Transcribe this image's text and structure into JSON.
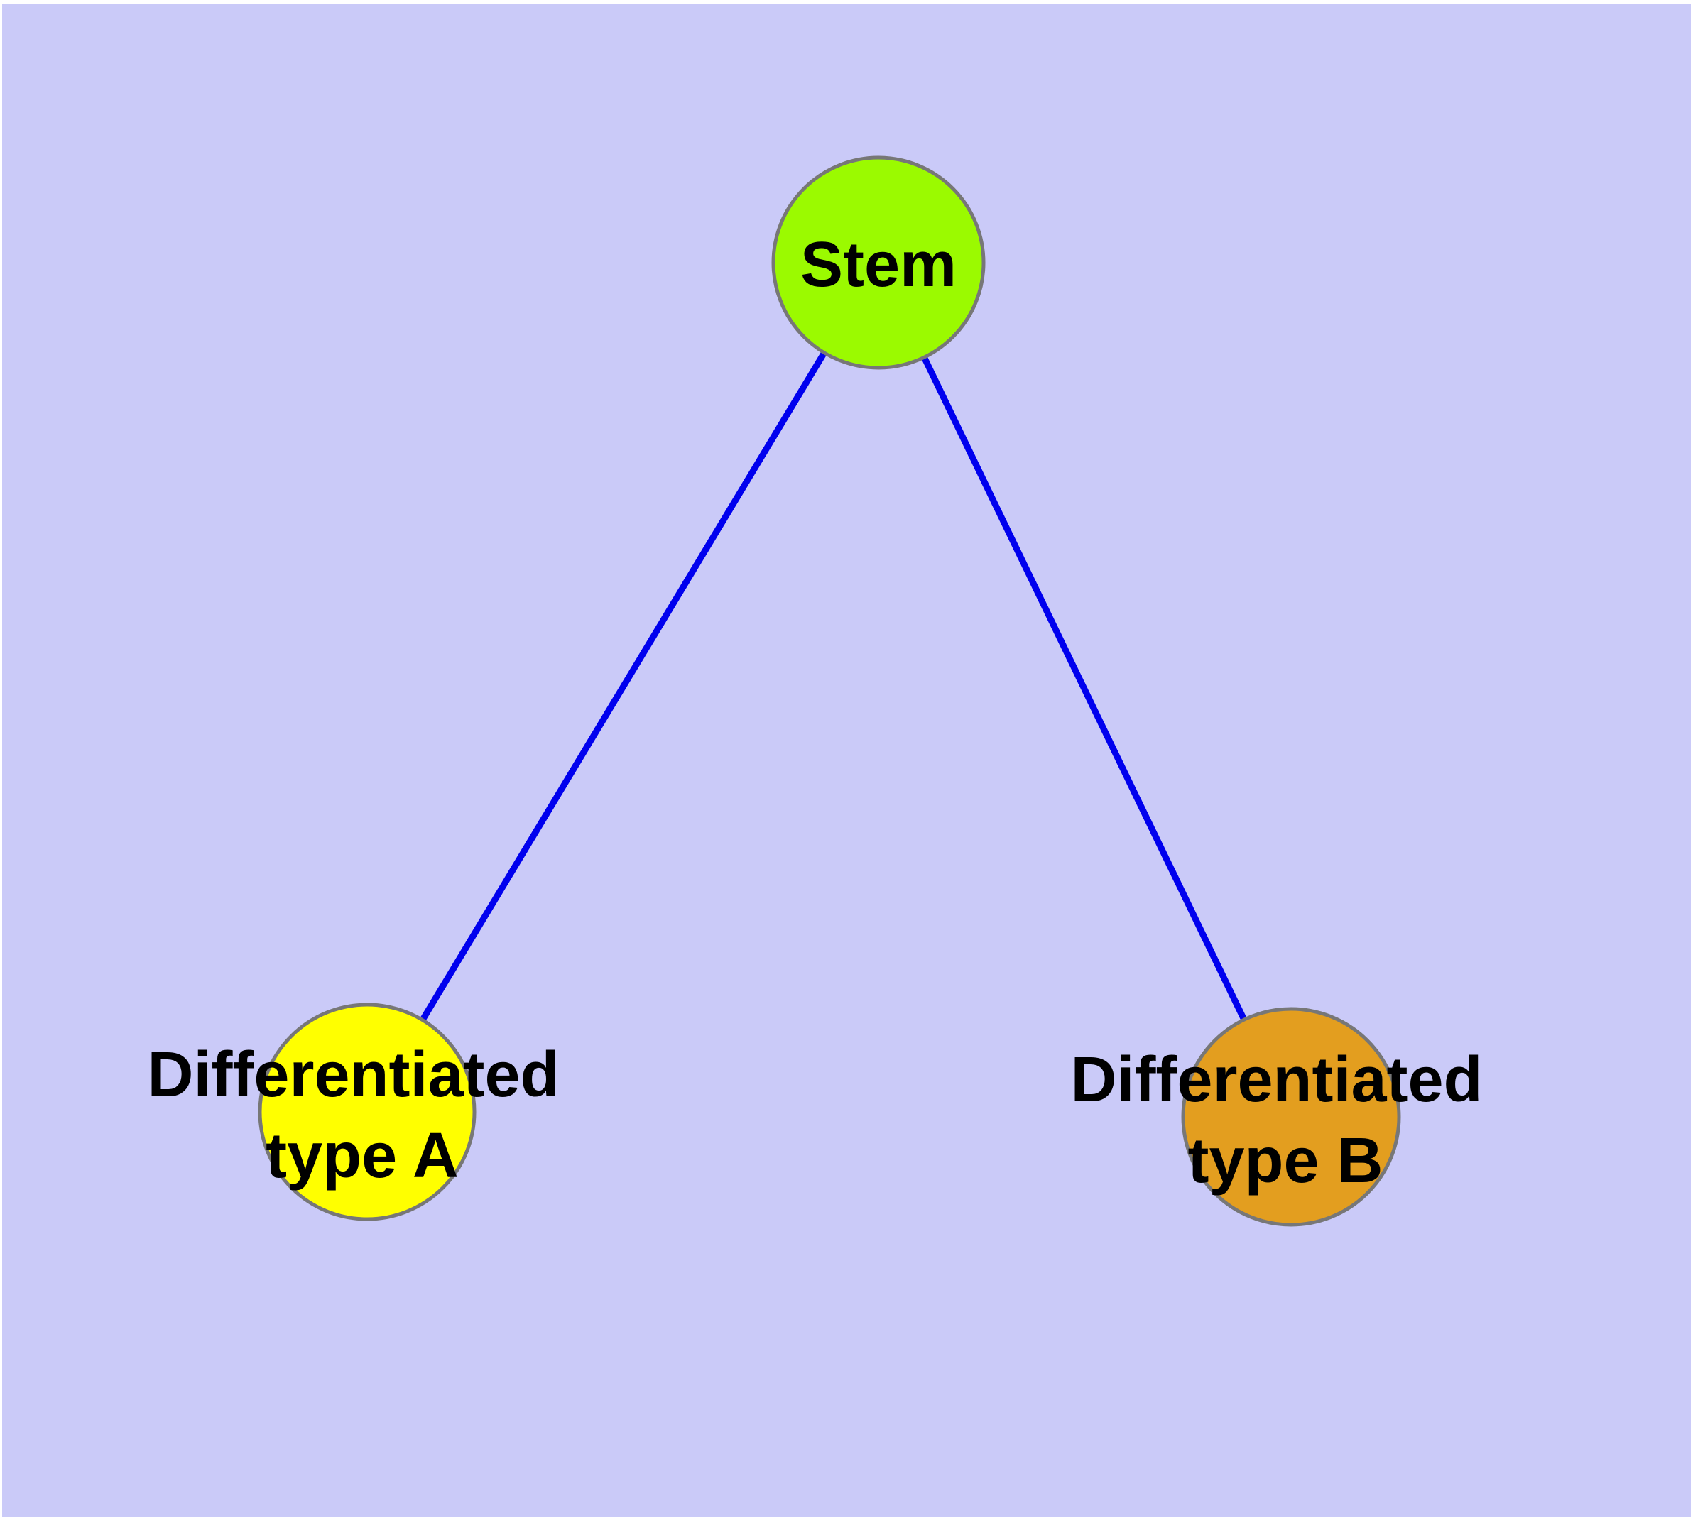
{
  "diagram": {
    "background_color": "#CACAF8",
    "edge_color": "#0000EE",
    "node_border_color": "#777777",
    "label_color": "#000000",
    "nodes": {
      "stem": {
        "label": "Stem",
        "fill": "#9BFA00"
      },
      "type_a": {
        "label_line1": "Differentiated",
        "label_line2": "type A",
        "fill": "#FFFF00"
      },
      "type_b": {
        "label_line1": "Differentiated",
        "label_line2": "type B",
        "fill": "#E39E1F"
      }
    },
    "edges": [
      {
        "from": "stem",
        "to": "type_a"
      },
      {
        "from": "stem",
        "to": "type_b"
      }
    ]
  }
}
